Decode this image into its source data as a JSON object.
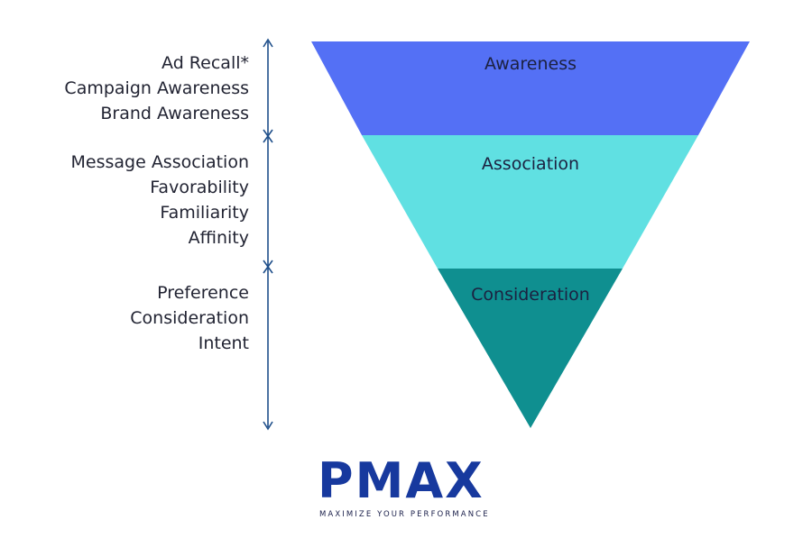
{
  "stages": [
    {
      "label": "Awareness",
      "color": "#5470f5"
    },
    {
      "label": "Association",
      "color": "#60e0e2"
    },
    {
      "label": "Consideration",
      "color": "#0f8f90"
    }
  ],
  "metric_groups": [
    {
      "items": [
        "Ad Recall*",
        "Campaign Awareness",
        "Brand Awareness"
      ]
    },
    {
      "items": [
        "Message Association",
        "Favorability",
        "Familiarity",
        "Affinity"
      ]
    },
    {
      "items": [
        "Preference",
        "Consideration",
        "Intent"
      ]
    }
  ],
  "logo": {
    "text": "PMAX",
    "tagline": "MAXIMIZE YOUR PERFORMANCE",
    "color": "#17399e"
  },
  "bracket_color": "#1f4f8a"
}
